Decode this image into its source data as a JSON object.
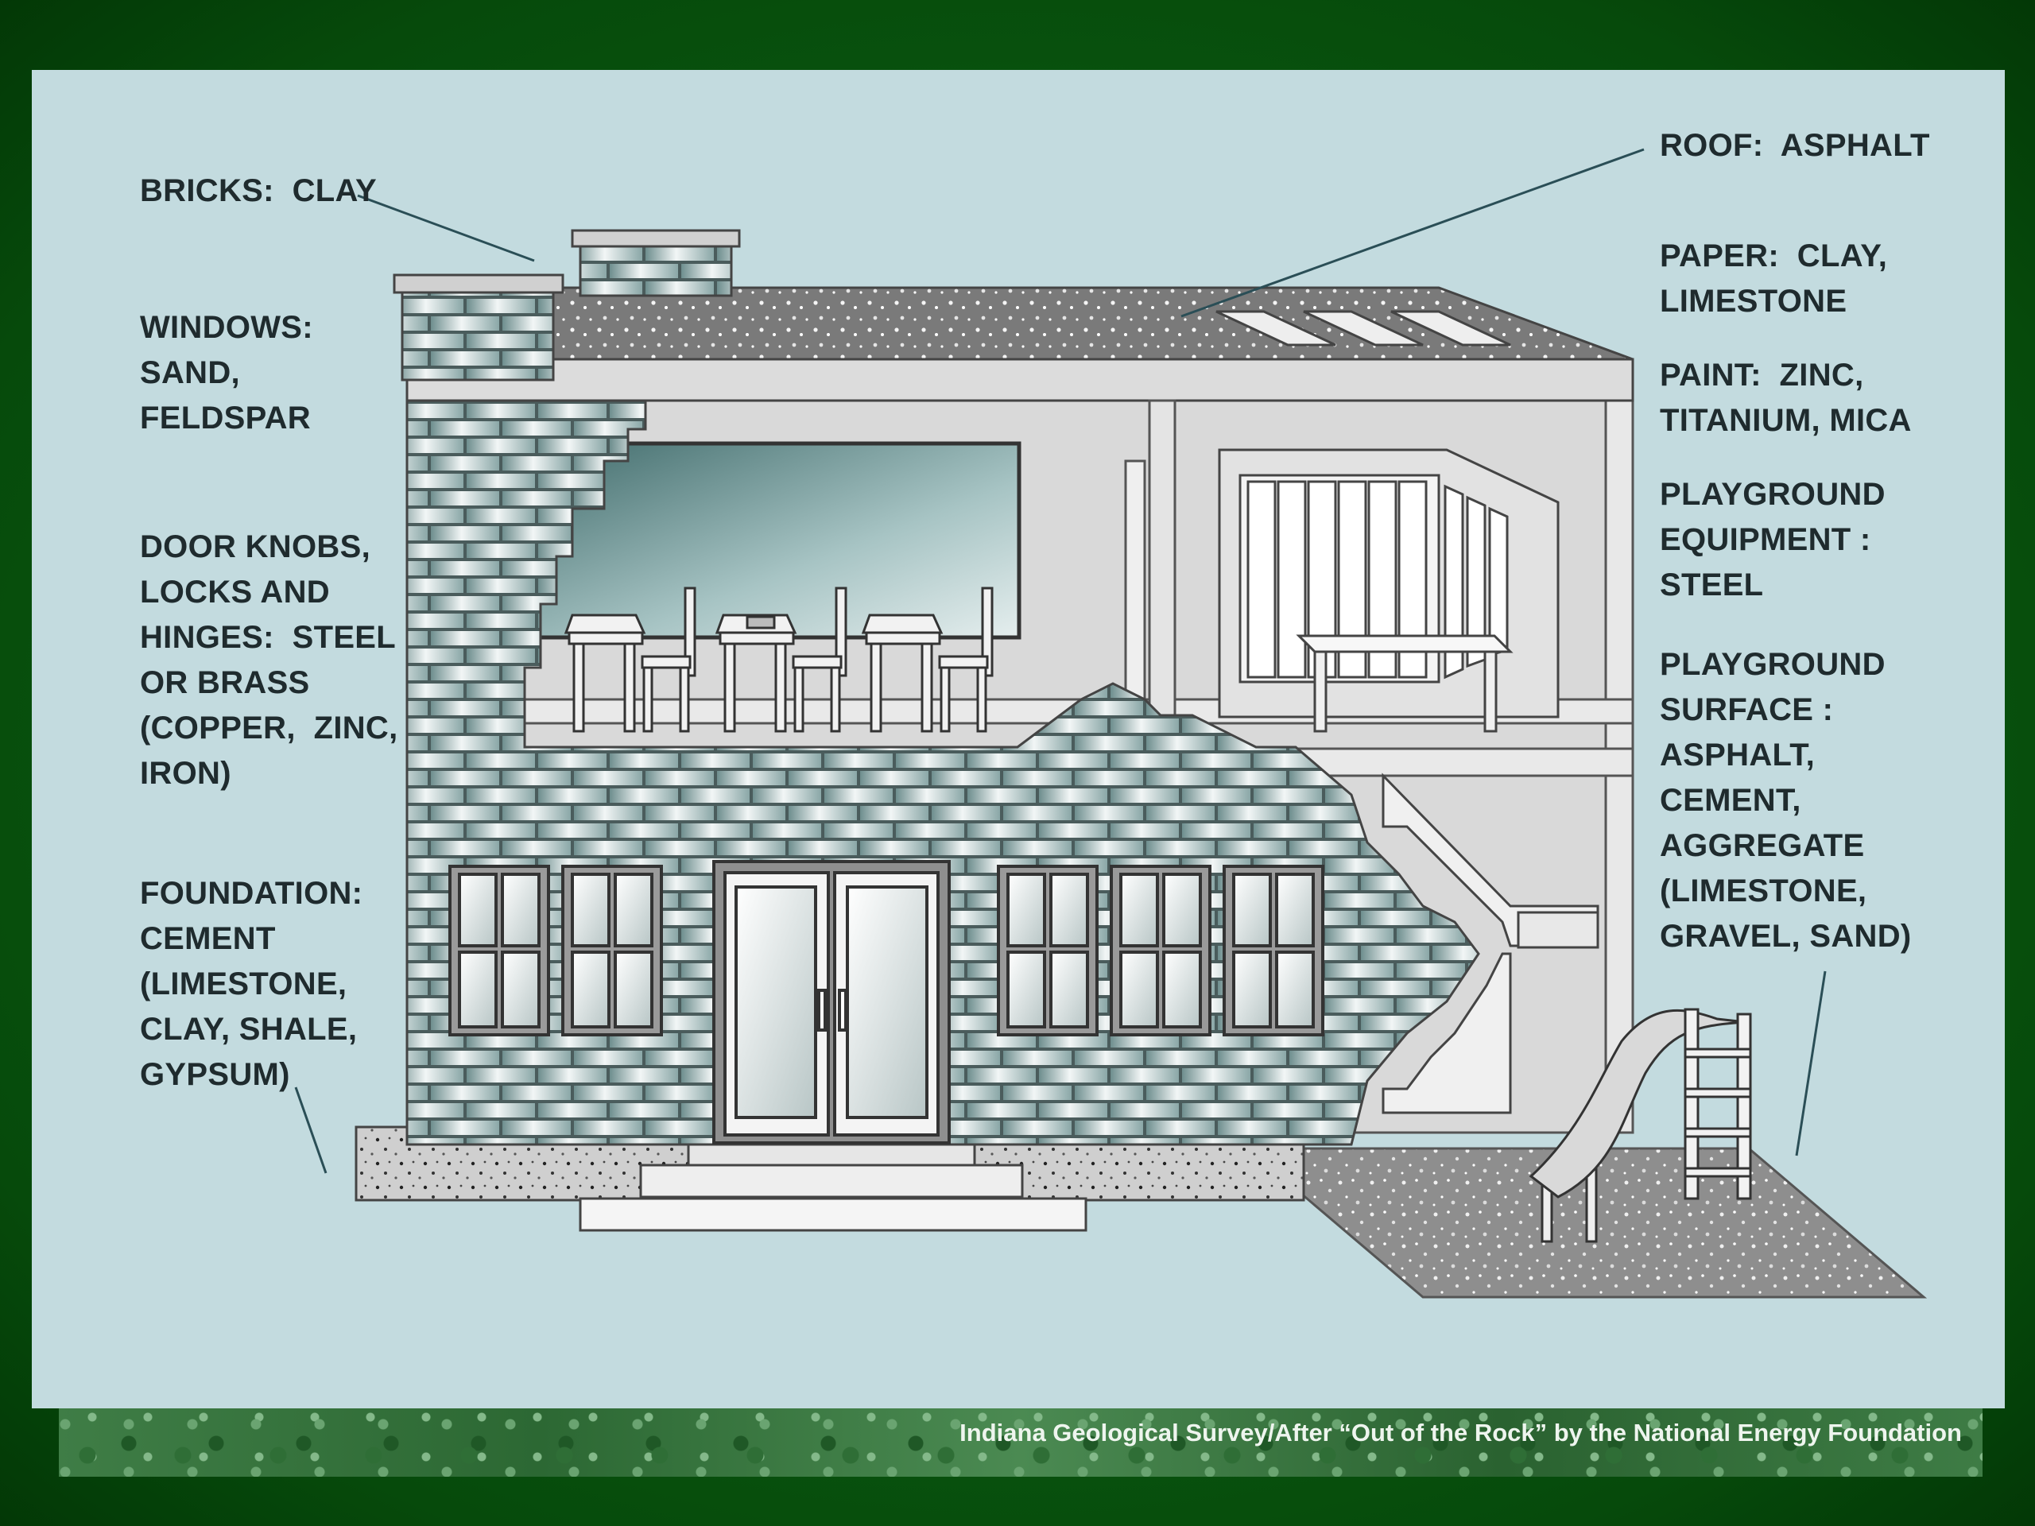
{
  "labels": {
    "bricks": "BRICKS:  CLAY",
    "windows": "WINDOWS:\nSAND,\nFELDSPAR",
    "door_knobs": "DOOR KNOBS,\nLOCKS AND\nHINGES:  STEEL\nOR BRASS\n(COPPER,  ZINC,\nIRON)",
    "foundation": "FOUNDATION:\nCEMENT\n(LIMESTONE,\nCLAY, SHALE,\nGYPSUM)",
    "roof": "ROOF:  ASPHALT",
    "paper": "PAPER:  CLAY,\nLIMESTONE",
    "paint": "PAINT:  ZINC,\nTITANIUM, MICA",
    "playground_equipment": "PLAYGROUND\nEQUIPMENT :\nSTEEL",
    "playground_surface": "PLAYGROUND\nSURFACE :\nASPHALT,\nCEMENT,\nAGGREGATE\n(LIMESTONE,\nGRAVEL, SAND)"
  },
  "credit": "Indiana Geological Survey/After “Out of the Rock” by the National Energy Foundation",
  "colors": {
    "frame": "#0d5a12",
    "panel": "#c3dbdf",
    "label_text": "#1f2b2e",
    "brick_light": "#e8eeee",
    "brick_dark": "#6f8f8f",
    "wall": "#d9d9d9",
    "outline": "#555555"
  }
}
